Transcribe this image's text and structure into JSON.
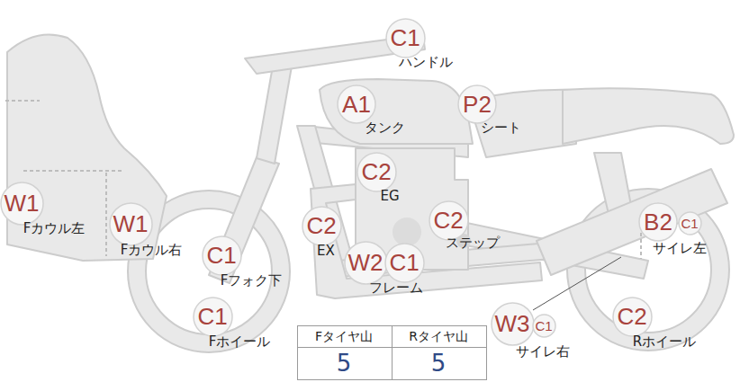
{
  "diagram": {
    "nodes": [
      {
        "text": [
          "C1"
        ]
      },
      {
        "text": [
          "A1"
        ]
      },
      {
        "text": [
          "P2"
        ]
      },
      {
        "text": [
          "C2"
        ]
      },
      {
        "text": [
          "W1"
        ]
      },
      {
        "text": [
          "C2"
        ]
      },
      {
        "text": [
          "B2"
        ]
      },
      {
        "text": [
          "C1"
        ]
      },
      {
        "text": [
          "W1"
        ]
      },
      {
        "text": [
          "C2"
        ]
      },
      {
        "text": [
          "C1"
        ]
      },
      {
        "text": [
          "W2"
        ]
      },
      {
        "text": [
          "C1"
        ]
      },
      {
        "text": [
          "C1"
        ]
      },
      {
        "text": [
          "C2"
        ]
      },
      {
        "text": [
          "W3"
        ]
      },
      {
        "text": [
          "C1"
        ]
      }
    ],
    "labels": [
      "ハンドル",
      "タンク",
      "シート",
      "EG",
      "Fカウル左",
      "ステップ",
      "サイレ左",
      "Fカウル右",
      "EX",
      "Fフォク下",
      "フレーム",
      "Fホイール",
      "Rホイール",
      "サイレ右",
      "Fタイヤ山",
      "Rタイヤ山",
      "5",
      "5"
    ]
  }
}
